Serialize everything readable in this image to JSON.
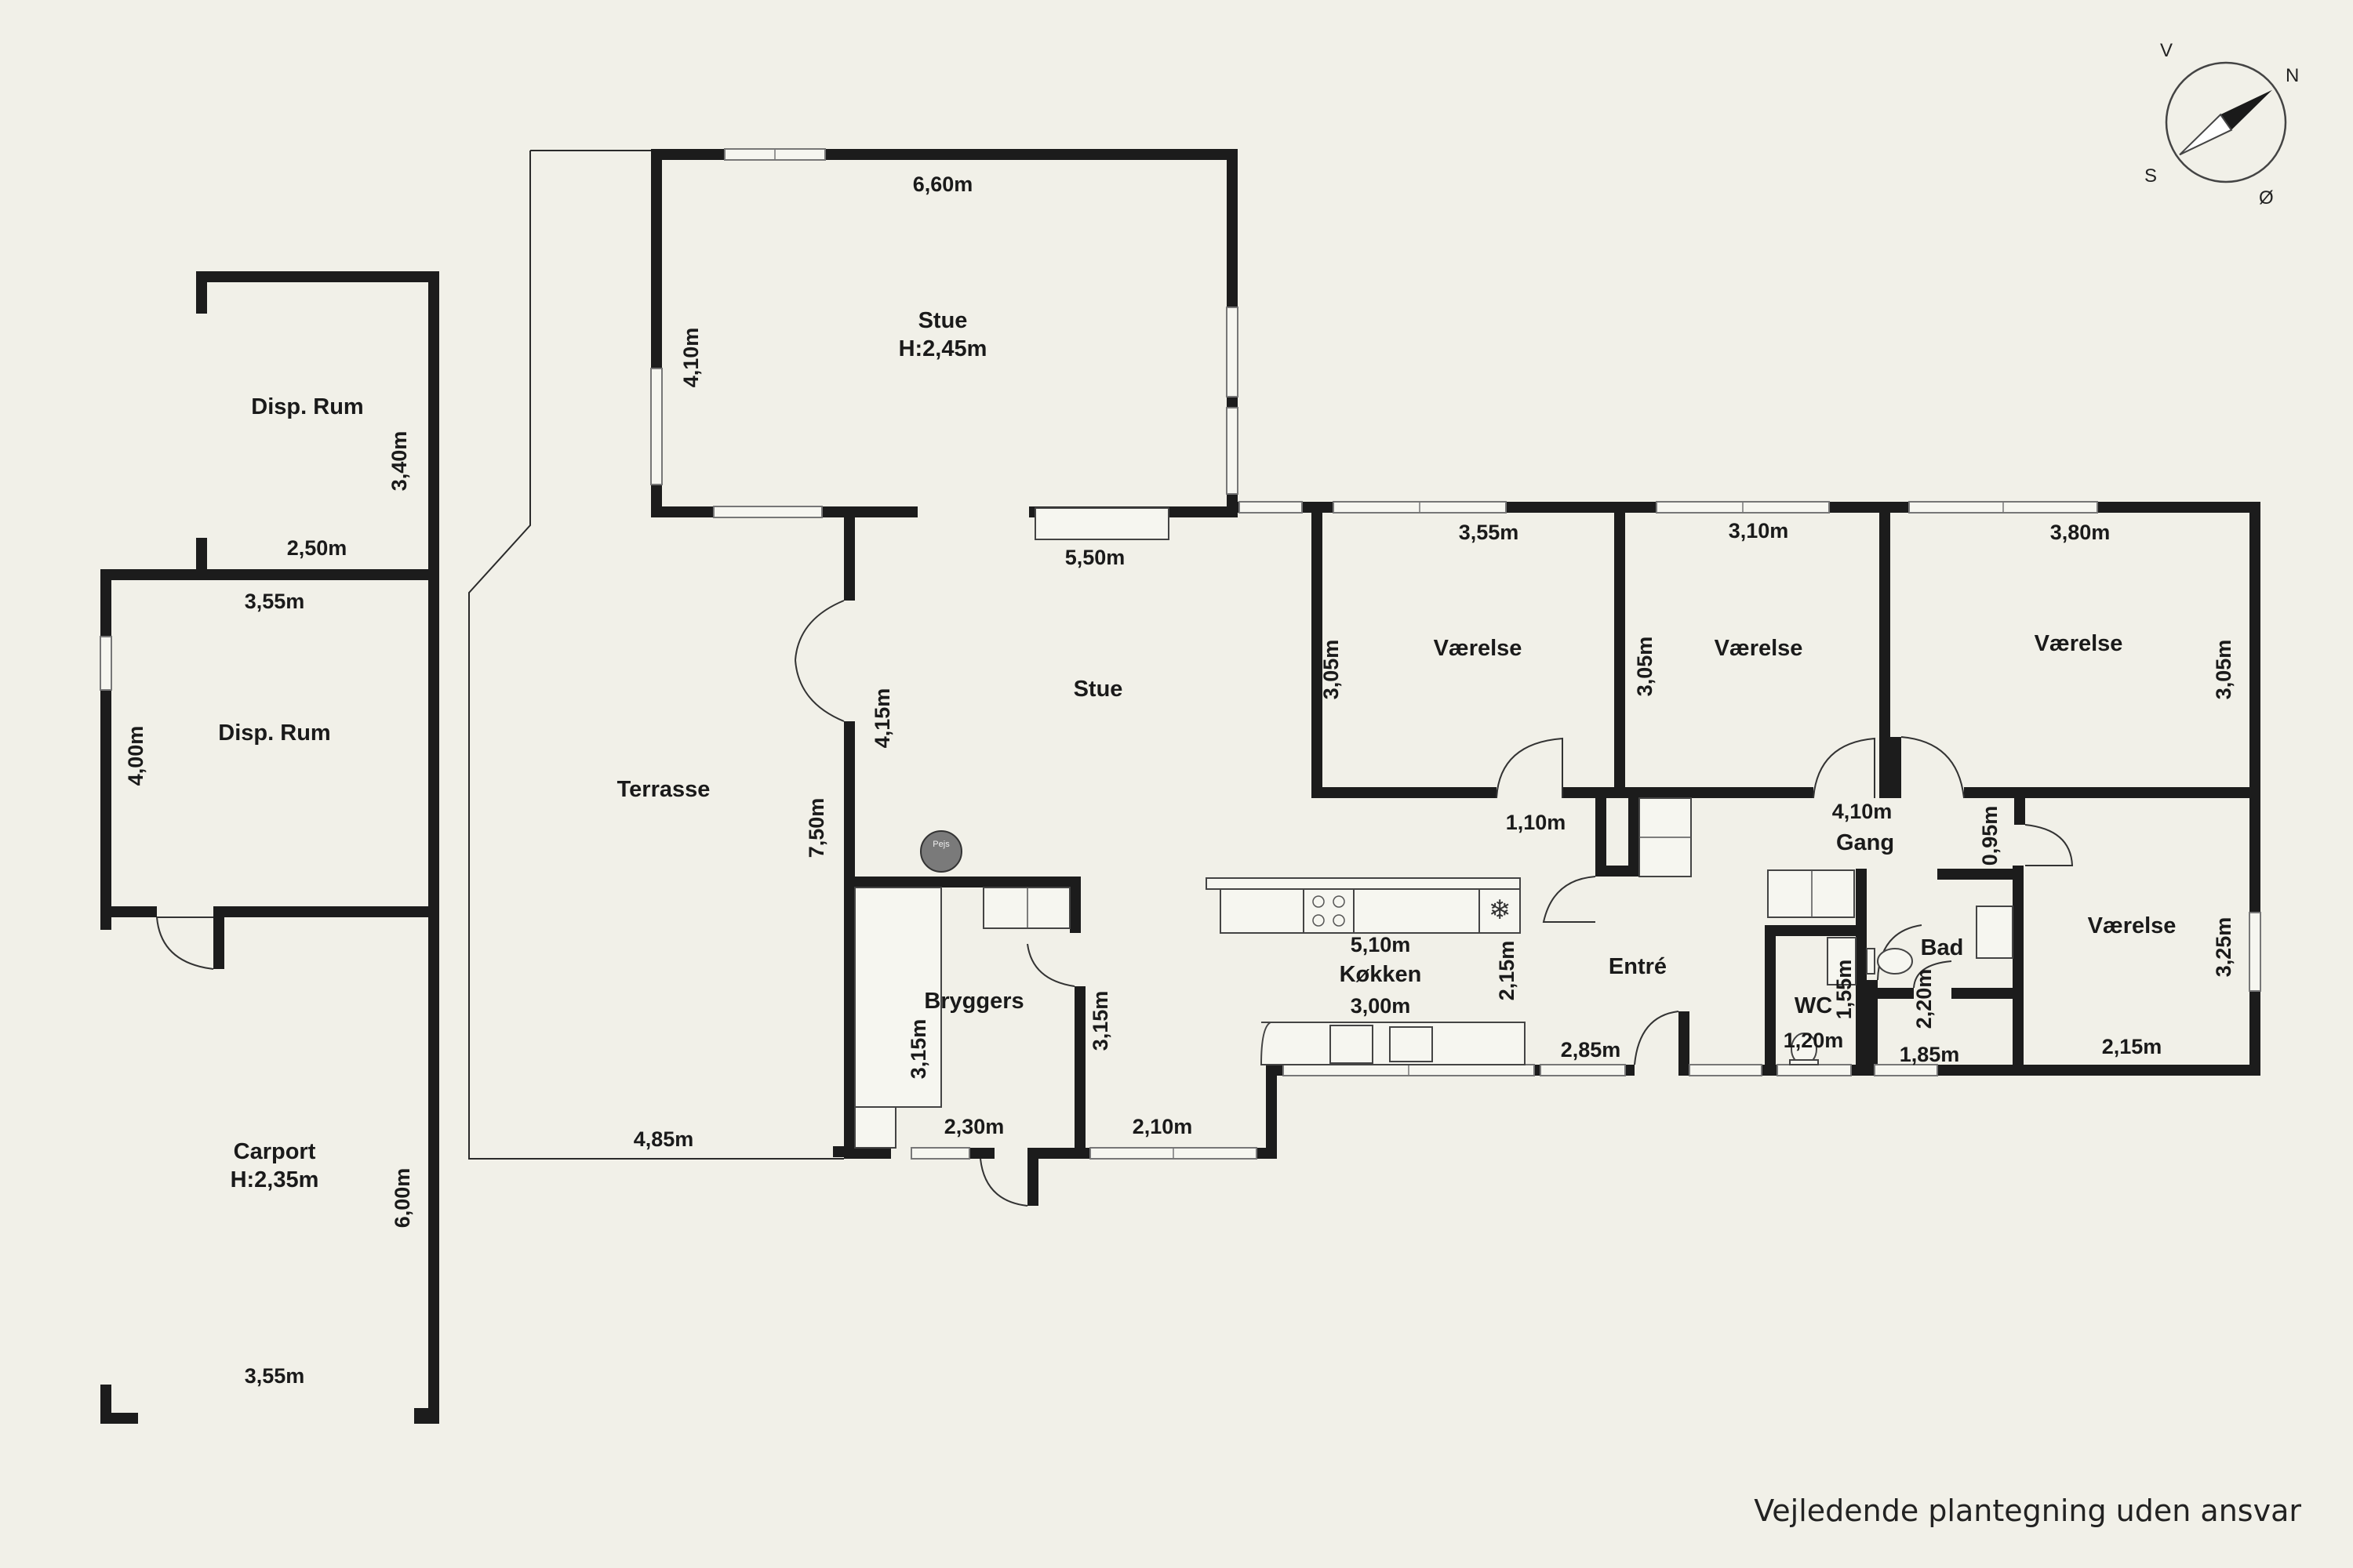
{
  "rooms": {
    "disp_rum_top": "Disp. Rum",
    "disp_rum_mid": "Disp. Rum",
    "carport": "Carport",
    "carport_height": "H:2,35m",
    "terrasse": "Terrasse",
    "stue_top": "Stue",
    "stue_top_height": "H:2,45m",
    "stue_main": "Stue",
    "bryggers": "Bryggers",
    "kokken": "Køkken",
    "entre": "Entré",
    "vaerelse_1": "Værelse",
    "vaerelse_2": "Værelse",
    "vaerelse_3": "Værelse",
    "vaerelse_4": "Værelse",
    "gang": "Gang",
    "bad": "Bad",
    "wc": "WC",
    "pejs": "Pejs"
  },
  "dimensions": {
    "disp_top_height": "3,40m",
    "disp_top_width": "2,50m",
    "disp_mid_width": "3,55m",
    "disp_mid_height": "4,00m",
    "carport_height": "6,00m",
    "carport_width": "3,55m",
    "stue_top_width": "6,60m",
    "stue_top_height": "4,10m",
    "stue_opening": "5,50m",
    "stue_height": "4,15m",
    "terrasse_height": "7,50m",
    "terrasse_width": "4,85m",
    "vaerelse_1_width": "3,55m",
    "vaerelse_1_height": "3,05m",
    "vaerelse_2_width": "3,10m",
    "vaerelse_2_height": "3,05m",
    "vaerelse_3_width": "3,80m",
    "vaerelse_3_height": "3,05m",
    "entre_door": "1,10m",
    "kokken_length": "5,10m",
    "kokken_width": "3,00m",
    "kokken_height": "2,15m",
    "entre_width": "2,85m",
    "bryggers_right": "3,15m",
    "bryggers_height": "3,15m",
    "bryggers_width": "2,30m",
    "bottom_width": "2,10m",
    "gang_width": "4,10m",
    "gang_height": "0,95m",
    "wc_height": "1,55m",
    "wc_width": "1,20m",
    "bad_height": "2,20m",
    "bad_width": "1,85m",
    "vaerelse_4_height": "3,25m",
    "vaerelse_4_width": "2,15m"
  },
  "compass": {
    "north": "N",
    "south": "S",
    "east": "Ø",
    "west": "V",
    "rotation_deg": 35
  },
  "footer": "Vejledende plantegning uden ansvar"
}
